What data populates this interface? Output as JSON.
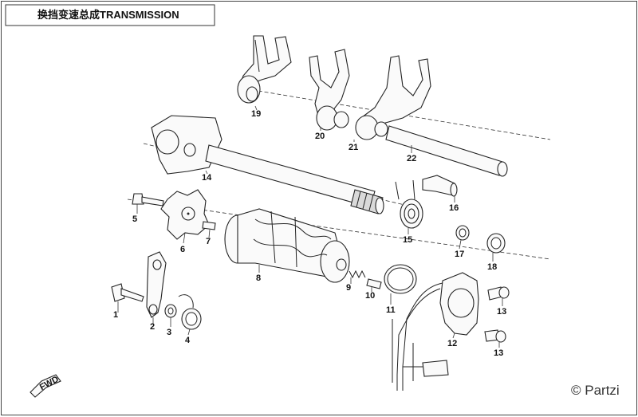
{
  "title": "换挡变速总成TRANSMISSION",
  "fwd_label": "FWD",
  "watermark": "© Partzi",
  "callouts": [
    "1",
    "2",
    "3",
    "4",
    "5",
    "6",
    "7",
    "8",
    "9",
    "10",
    "11",
    "12",
    "13",
    "13",
    "14",
    "15",
    "16",
    "17",
    "18",
    "19",
    "20",
    "21",
    "22"
  ]
}
